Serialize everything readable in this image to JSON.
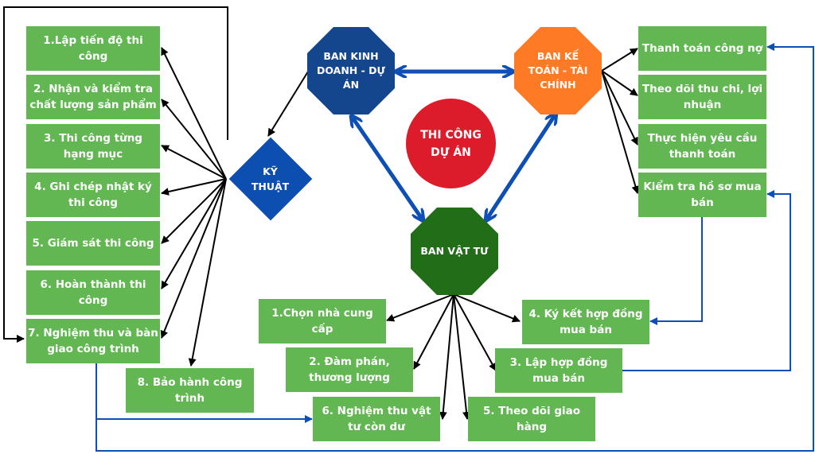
{
  "colors": {
    "task_box": "#62b752",
    "kinh_doanh": "#13468c",
    "ke_toan": "#ff7a25",
    "vat_tu": "#226d18",
    "ky_thuat": "#0d4fb0",
    "center": "#dc1c2a",
    "blue_arrow": "#0e4fb5",
    "black_arrow": "#000000"
  },
  "center": {
    "label": "THI CÔNG DỰ ÁN"
  },
  "departments": {
    "kinh_doanh": "BAN KINH DOANH - DỰ ÁN",
    "ke_toan": "BAN KẾ TOÁN - TÀI CHÍNH",
    "vat_tu": "BAN VẬT TƯ",
    "ky_thuat": "KỸ THUẬT"
  },
  "ky_thuat_tasks": [
    "1.Lập tiến độ thi công",
    "2. Nhận và kiểm tra chất lượng sản phẩm",
    "3. Thi công từng hạng mục",
    "4. Ghi chép nhật ký thi công",
    "5. Giám sát thi công",
    "6. Hoàn thành thi công",
    "7. Nghiệm thu và bàn giao công trình",
    "8. Bảo hành công trình"
  ],
  "ke_toan_tasks": [
    "Thanh toán công nợ",
    "Theo dõi thu chi, lợi nhuận",
    "Thực hiện yêu cầu thanh toán",
    "Kiểm tra hồ sơ mua bán"
  ],
  "vat_tu_tasks": [
    "1.Chọn nhà cung cấp",
    "2. Đàm phán, thương lượng",
    "3. Lập hợp đồng mua bán",
    "4. Ký kết hợp đồng mua bán",
    "5. Theo dõi giao hàng",
    "6. Nghiệm thu vật tư còn dư"
  ]
}
